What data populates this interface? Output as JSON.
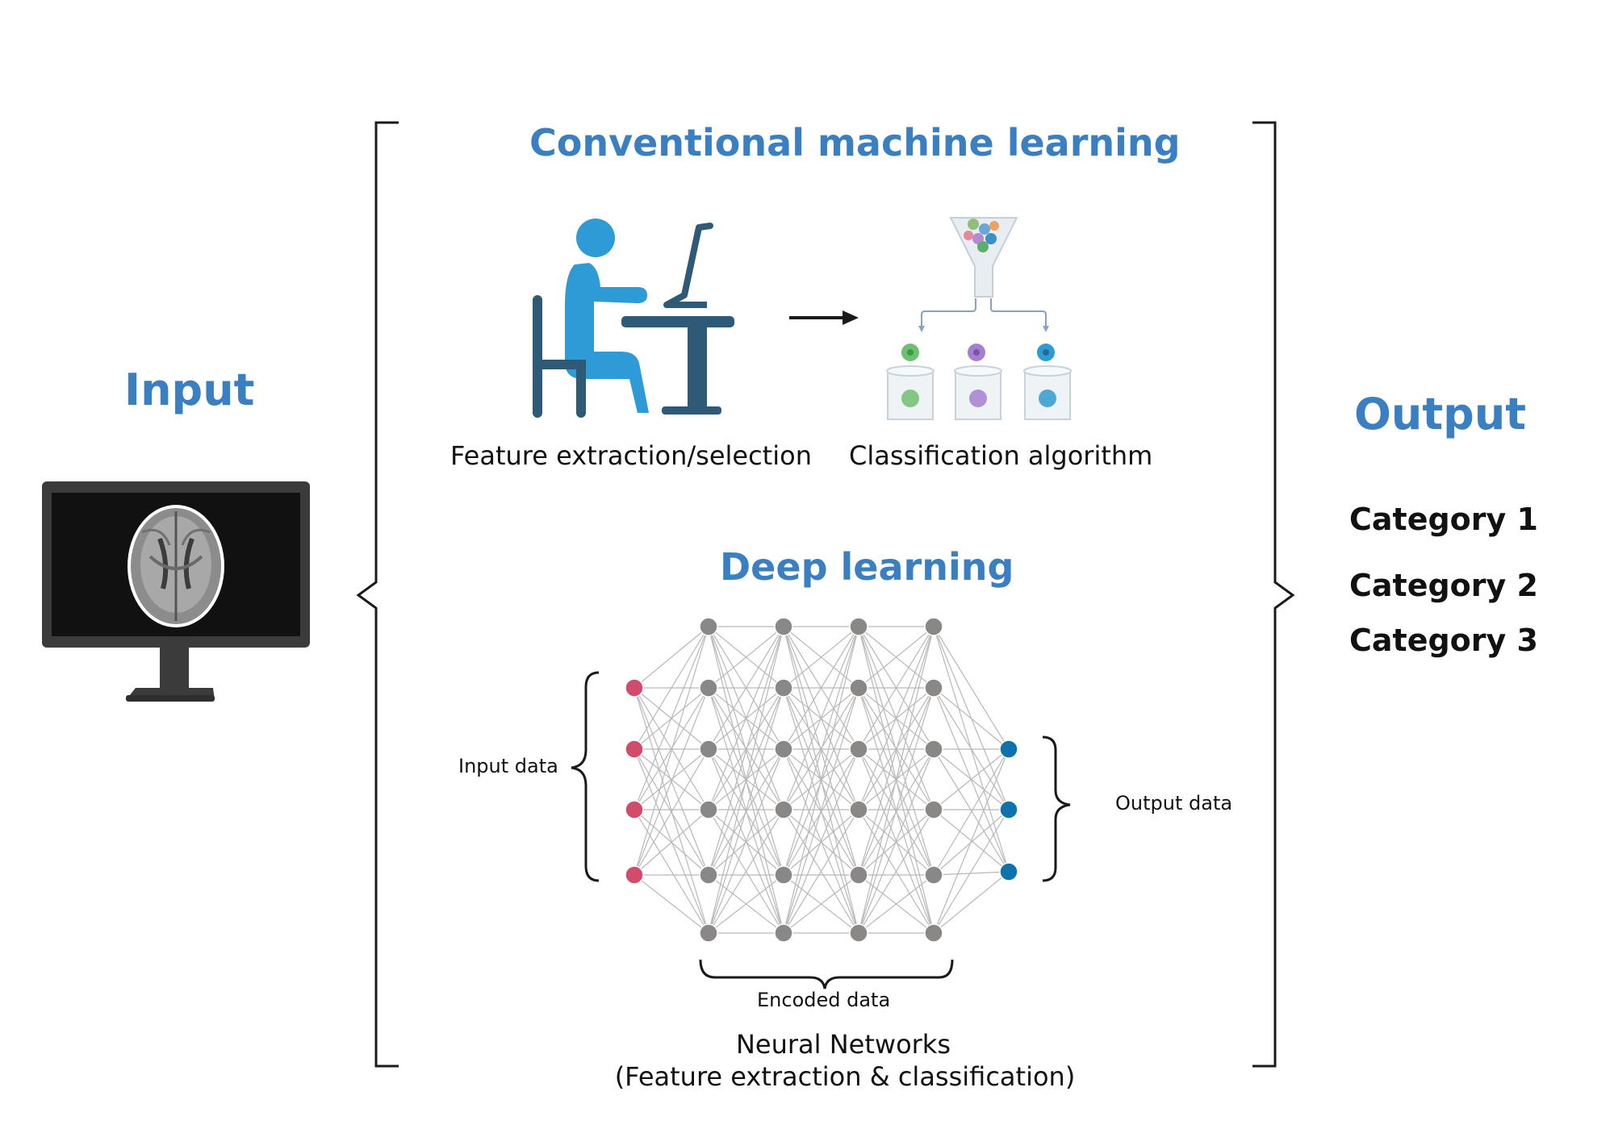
{
  "input": {
    "title": "Input"
  },
  "output": {
    "title": "Output",
    "categories": [
      "Category 1",
      "Category 2",
      "Category 3"
    ]
  },
  "conventional": {
    "title": "Conventional machine learning",
    "feature_label": "Feature extraction/selection",
    "classification_label": "Classification algorithm"
  },
  "deep": {
    "title": "Deep learning",
    "input_data_label": "Input data",
    "output_data_label": "Output data",
    "encoded_data_label": "Encoded data",
    "caption_line1": "Neural Networks",
    "caption_line2": "(Feature extraction & classification)"
  },
  "colors": {
    "title_blue": "#3a7fc1",
    "input_node": "#d14b6b",
    "hidden_node": "#8a8787",
    "output_node": "#0e73ad",
    "person": "#2e9bd6",
    "furniture": "#2e5a78"
  },
  "icons": [
    "monitor-icon",
    "brain-scan-icon",
    "person-at-computer-icon",
    "right-arrow-icon",
    "funnel-classifier-icon",
    "test-tube-icon"
  ]
}
